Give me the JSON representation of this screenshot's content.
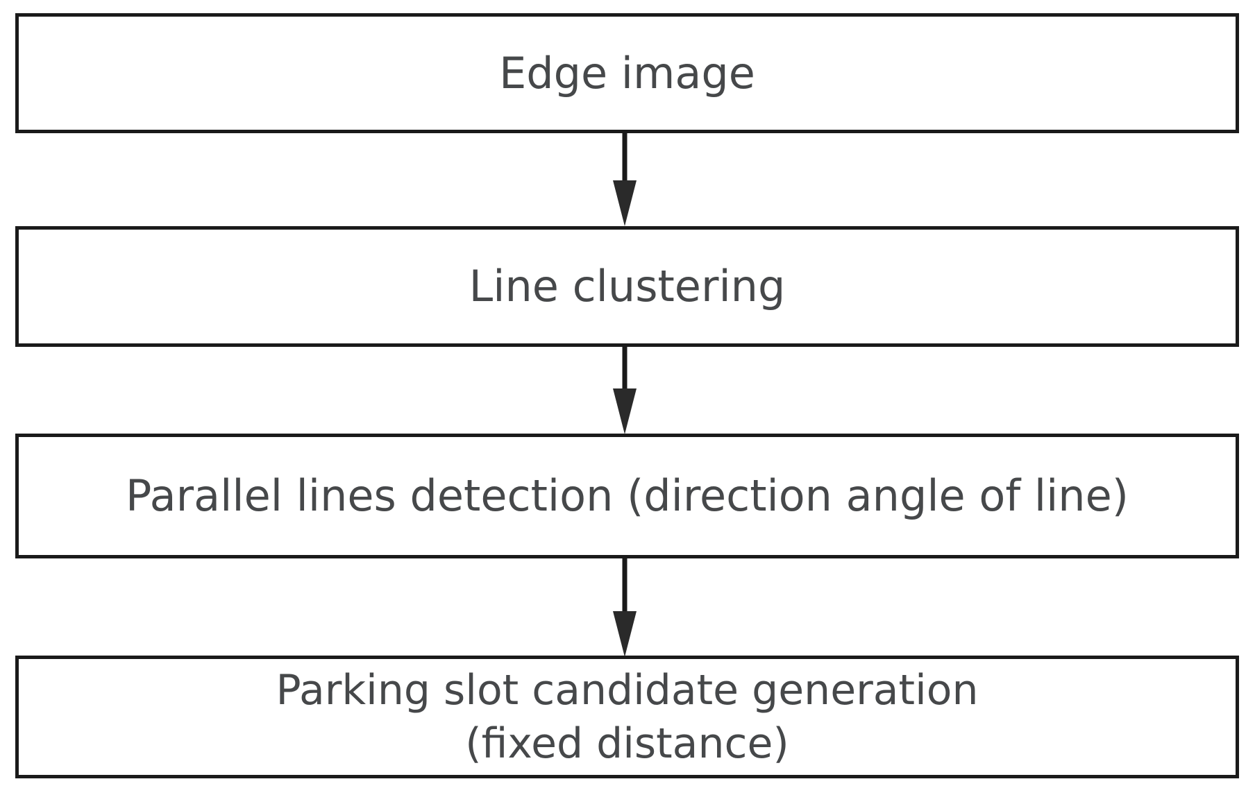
{
  "diagram": {
    "type": "flowchart",
    "orientation": "vertical",
    "title": "",
    "background_color": "#ffffff",
    "box_border_color": "#1a1a1a",
    "box_fill_color": "#ffffff",
    "text_color": "#46484a",
    "arrow_color": "#1a1a1a",
    "nodes": [
      {
        "id": "edge-image",
        "label": "Edge image",
        "shape": "rectangle"
      },
      {
        "id": "line-clustering",
        "label": "Line clustering",
        "shape": "rectangle"
      },
      {
        "id": "parallel-lines-detection",
        "label": "Parallel lines detection (direction angle of line)",
        "shape": "rectangle"
      },
      {
        "id": "parking-slot-candidate-generation",
        "label": "Parking slot candidate generation\n(fixed distance)",
        "shape": "rectangle"
      }
    ],
    "edges": [
      {
        "id": "edge-1",
        "from": "edge-image",
        "to": "line-clustering",
        "label": "",
        "arrowhead": "solid-triangle"
      },
      {
        "id": "edge-2",
        "from": "line-clustering",
        "to": "parallel-lines-detection",
        "label": "",
        "arrowhead": "solid-triangle"
      },
      {
        "id": "edge-3",
        "from": "parallel-lines-detection",
        "to": "parking-slot-candidate-generation",
        "label": "",
        "arrowhead": "solid-triangle"
      }
    ]
  }
}
